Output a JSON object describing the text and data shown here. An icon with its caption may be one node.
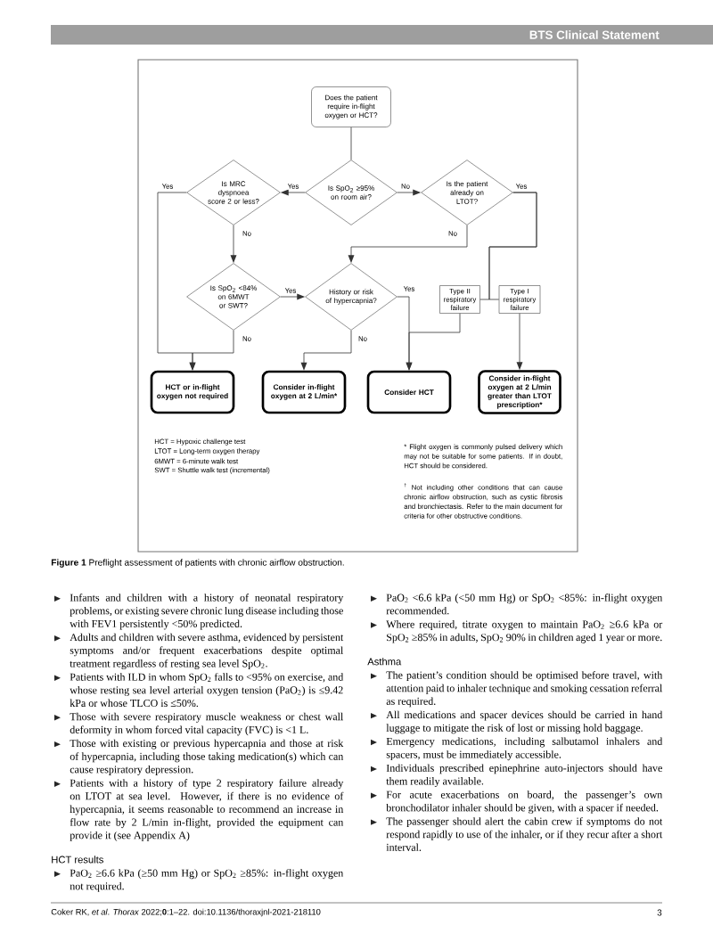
{
  "diagram": {
    "caption": "**Figure 1** Preflight assessment of patients with chronic airflow obstruction.",
    "nodes": [
      {
        "text": [
          "Does the patient require in-flight oxygen or HCT?"
        ]
      },
      {
        "text": [
          "Is MRC dyspnoea score 2 or less?"
        ]
      },
      {
        "text": [
          "Is SpO$_{2}$ ≥95% on room air?"
        ]
      },
      {
        "text": [
          "Is the patient already on LTOT?"
        ]
      },
      {
        "text": [
          "Is SpO$_{2}$ <84% on 6MWT or SWT?"
        ]
      },
      {
        "text": [
          "History or risk of hypercapnia?"
        ]
      },
      {
        "text": [
          "Type II respiratory failure"
        ]
      },
      {
        "text": [
          "Type I respiratory failure"
        ]
      },
      {
        "text": [
          "HCT or in-flight oxygen not required"
        ]
      },
      {
        "text": [
          "Consider in-flight oxygen at 2 L/min*"
        ]
      },
      {
        "text": [
          "Consider HCT"
        ]
      },
      {
        "text": [
          "Consider in-flight oxygen at 2 L/min greater than LTOT prescription*"
        ]
      }
    ],
    "edges": [
      {
        "from": 0,
        "to": 2,
        "arrow": "none"
      },
      {
        "from": 2,
        "to": 1,
        "arrow": "to",
        "label": "Yes"
      },
      {
        "from": 2,
        "to": 3,
        "arrow": "to",
        "label": "No"
      },
      {
        "from": 1,
        "to": 8,
        "arrow": "to",
        "label": "Yes"
      },
      {
        "from": 1,
        "to": 4,
        "arrow": "to",
        "label": "No"
      },
      {
        "from": 3,
        "to": 6,
        "arrow": "none",
        "label": "Yes"
      },
      {
        "from": 3,
        "to": 7,
        "arrow": "none"
      },
      {
        "from": 3,
        "to": 5,
        "arrow": "to",
        "label": "No"
      },
      {
        "from": 4,
        "to": 5,
        "arrow": "to",
        "label": "Yes"
      },
      {
        "from": 4,
        "to": 8,
        "arrow": "to",
        "label": "No"
      },
      {
        "from": 5,
        "to": 10,
        "arrow": "to",
        "label": "Yes"
      },
      {
        "from": 5,
        "to": 9,
        "arrow": "to",
        "label": "No"
      },
      {
        "from": 6,
        "to": 10,
        "arrow": "to"
      },
      {
        "from": 7,
        "to": 11,
        "arrow": "to"
      }
    ],
    "labels": [
      "BTS Clinical Statement",
      "HCT = Hypoxic challenge test",
      "LTOT = Long-term oxygen therapy",
      "6MWT = 6-minute walk test",
      "SWT = Shuttle walk test (incremental)",
      "* Flight oxygen is commonly pulsed delivery which may not be suitable for some patients. If in doubt, HCT should be considered.",
      "$^{†}$ Not including other conditions that can cause chronic airflow obstruction, such as cystic fibrosis and bronchiectasis. Refer to the main document for criteria for other obstructive conditions.",
      "Infants and children with a history of neonatal respiratory problems, or existing severe chronic lung disease including those with FEV1 persistently <50% predicted.",
      "Adults and children with severe asthma, evidenced by persistent symptoms and/or frequent exacerbations despite optimal treatment regardless of resting sea level SpO$_{2}$.",
      "Patients with ILD in whom SpO$_{2}$ falls to <95% on exercise, and whose resting sea level arterial oxygen tension (PaO$_{2}$) is ≤9.42 kPa or whose TLCO is ≤50%.",
      "Those with severe respiratory muscle weakness or chest wall deformity in whom forced vital capacity (FVC) is <1 L.",
      "Those with existing or previous hypercapnia and those at risk of hypercapnia, including those taking medication(s) which can cause respiratory depression.",
      "Patients with a history of type 2 respiratory failure already on LTOT at sea level. However, if there is no evidence of hypercapnia, it seems reasonable to recommend an increase in flow rate by 2 L/min in-flight, provided the equipment can provide it (see Appendix A)",
      "HCT results",
      "PaO$_{2}$ ≥6.6 kPa (≥50 mm Hg) or SpO$_{2}$ ≥85%: in-flight oxygen not required.",
      "PaO$_{2}$ <6.6 kPa (<50 mm Hg) or SpO$_{2}$ <85%: in-flight oxygen recommended.",
      "Where required, titrate oxygen to maintain PaO$_{2}$ ≥6.6 kPa or SpO$_{2}$ ≥85% in adults, SpO$_{2}$ 90% in children aged 1 year or more.",
      "Asthma",
      "The patient’s condition should be optimised before travel, with attention paid to inhaler technique and smoking cessation referral as required.",
      "All medications and spacer devices should be carried in hand luggage to mitigate the risk of lost or missing hold baggage.",
      "Emergency medications, including salbutamol inhalers and spacers, must be immediately accessible.",
      "Individuals prescribed epinephrine auto-injectors should have them readily available.",
      "For acute exacerbations on board, the passenger’s own bronchodilator inhaler should be given, with a spacer if needed.",
      "The passenger should alert the cabin crew if symptoms do not respond rapidly to use of the inhaler, or if they recur after a short interval.",
      "Coker RK, *et al*. *Thorax* 2022;**0**:1–22. doi:10.1136/thoraxjnl-2021-218110",
      "3"
    ]
  }
}
